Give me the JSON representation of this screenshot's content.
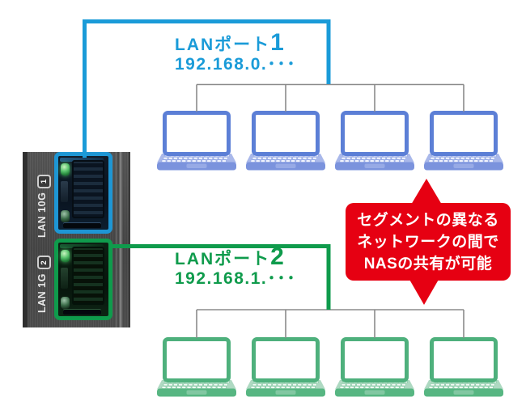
{
  "colors": {
    "blue_line": "#1a9bd8",
    "green_line": "#0f9b4c",
    "gray_line": "#8b8b8b",
    "callout_red": "#e60012",
    "laptop_blue_theme": {
      "frame": "#5c7fd6",
      "deck": "#a9b8ea",
      "keys": "#f2f5fd",
      "bar": "#7b93dd",
      "pad": "#97aae6"
    },
    "laptop_green_theme": {
      "frame": "#4eb07c",
      "deck": "#aed9c2",
      "keys": "#f1f9f4",
      "bar": "#57b682",
      "pad": "#82c8a2"
    }
  },
  "device": {
    "ports": [
      {
        "label": "LAN 10G",
        "badge": "1",
        "color": "#1e96d4"
      },
      {
        "label": "LAN 1G",
        "badge": "2",
        "color": "#0f9b4c"
      }
    ]
  },
  "networks": [
    {
      "name": "LANポート",
      "number": "1",
      "subnet": "192.168.0.･･･",
      "color": "#1a9bd8",
      "devices": 4,
      "theme": "laptop_blue_theme"
    },
    {
      "name": "LANポート",
      "number": "2",
      "subnet": "192.168.1.･･･",
      "color": "#0f9b4c",
      "devices": 4,
      "theme": "laptop_green_theme"
    }
  ],
  "callout": {
    "lines": [
      "セグメントの異なる",
      "ネットワークの間で",
      "NASの共有が可能"
    ]
  }
}
